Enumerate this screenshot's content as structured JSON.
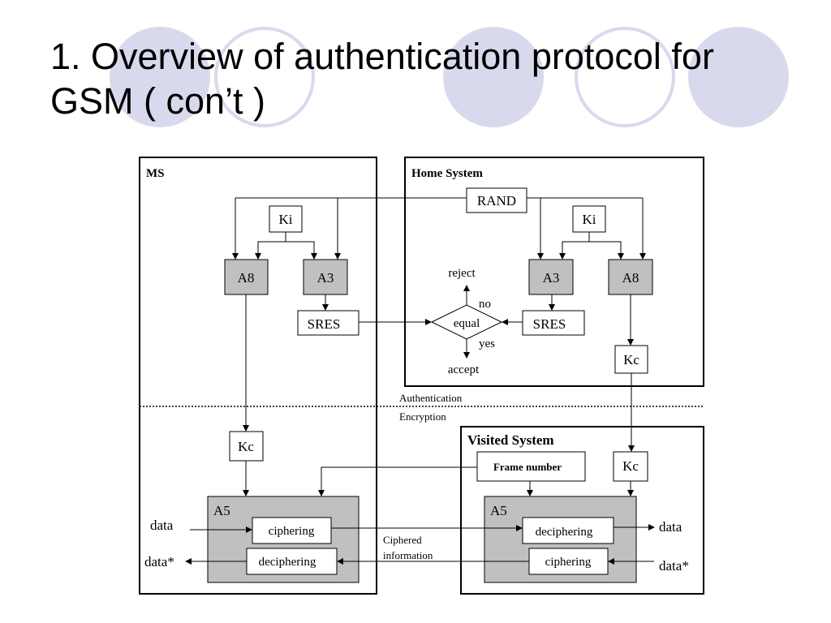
{
  "slide": {
    "title": "1. Overview of authentication protocol for\nGSM ( con’t )"
  },
  "diagram": {
    "ms": {
      "label": "MS",
      "ki": "Ki",
      "a8": "A8",
      "a3": "A3",
      "sres": "SRES",
      "kc": "Kc"
    },
    "home": {
      "label": "Home System",
      "rand": "RAND",
      "ki": "Ki",
      "a3": "A3",
      "a8": "A8",
      "sres": "SRES",
      "kc": "Kc"
    },
    "compare": {
      "reject": "reject",
      "no": "no",
      "equal": "equal",
      "yes": "yes",
      "accept": "accept"
    },
    "divider": {
      "top_label": "Authentication",
      "bottom_label": "Encryption"
    },
    "visited": {
      "label": "Visited System",
      "frame_number": "Frame number",
      "kc": "Kc"
    },
    "ms_a5": {
      "label": "A5",
      "top_block": "ciphering",
      "bottom_block": "deciphering",
      "data_in": "data",
      "data_out": "data*"
    },
    "visited_a5": {
      "label": "A5",
      "top_block": "deciphering",
      "bottom_block": "ciphering",
      "data_out": "data",
      "data_in": "data*"
    },
    "link": {
      "line1": "Ciphered",
      "line2": "information"
    }
  },
  "colors": {
    "circle_fill": "#d9d9ee",
    "circle_ring": "#d9d9ee",
    "algorithm_box": "#c0c0c0",
    "a5_box": "#c0c0c0",
    "line": "#000000"
  }
}
